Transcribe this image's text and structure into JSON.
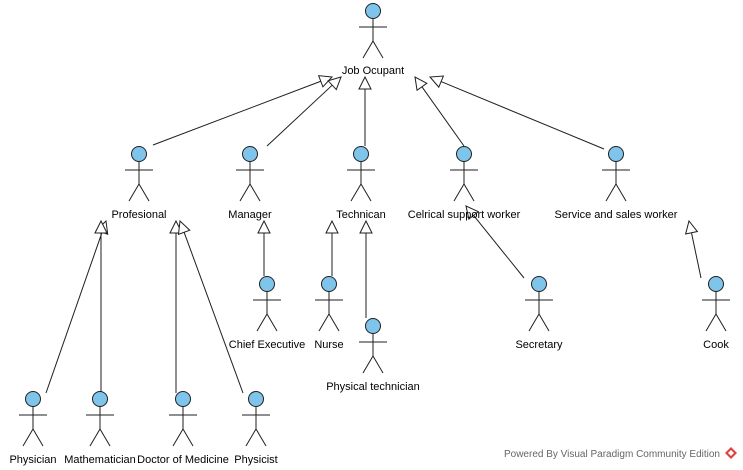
{
  "diagram": {
    "actors": [
      {
        "id": "job",
        "label": "Job Ocupant"
      },
      {
        "id": "prof",
        "label": "Profesional"
      },
      {
        "id": "mgr",
        "label": "Manager"
      },
      {
        "id": "tech",
        "label": "Technican"
      },
      {
        "id": "clerical",
        "label": "Celrical support worker"
      },
      {
        "id": "service",
        "label": "Service and sales worker"
      },
      {
        "id": "ceo",
        "label": "Chief Executive"
      },
      {
        "id": "nurse",
        "label": "Nurse"
      },
      {
        "id": "phystech",
        "label": "Physical technician"
      },
      {
        "id": "secretary",
        "label": "Secretary"
      },
      {
        "id": "cook",
        "label": "Cook"
      },
      {
        "id": "physician",
        "label": "Physician"
      },
      {
        "id": "math",
        "label": "Mathematician"
      },
      {
        "id": "doctor",
        "label": "Doctor of Medicine"
      },
      {
        "id": "physicist",
        "label": "Physicist"
      }
    ],
    "generalizations": [
      {
        "from": "prof",
        "to": "job"
      },
      {
        "from": "mgr",
        "to": "job"
      },
      {
        "from": "tech",
        "to": "job"
      },
      {
        "from": "clerical",
        "to": "job"
      },
      {
        "from": "service",
        "to": "job"
      },
      {
        "from": "ceo",
        "to": "mgr"
      },
      {
        "from": "nurse",
        "to": "tech"
      },
      {
        "from": "phystech",
        "to": "tech"
      },
      {
        "from": "secretary",
        "to": "clerical"
      },
      {
        "from": "cook",
        "to": "service"
      },
      {
        "from": "physician",
        "to": "prof"
      },
      {
        "from": "math",
        "to": "prof"
      },
      {
        "from": "doctor",
        "to": "prof"
      },
      {
        "from": "physicist",
        "to": "prof"
      }
    ]
  },
  "footer": {
    "text": "Powered By Visual Paradigm Community Edition",
    "logo_color": "#e0403c"
  },
  "colors": {
    "actor_head": "#7fc4ea",
    "line": "#1f1f1f"
  }
}
